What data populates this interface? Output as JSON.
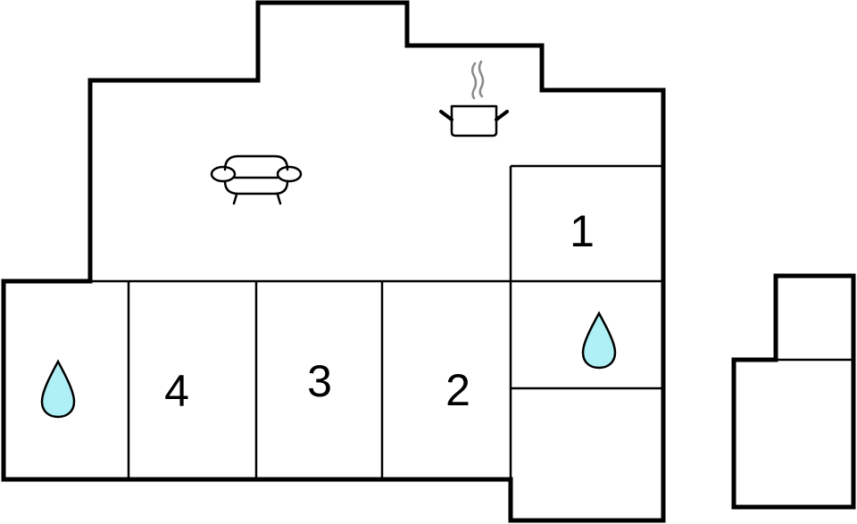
{
  "floorplan": {
    "type": "floor plan",
    "colors": {
      "wall": "#000000",
      "background": "#ffffff",
      "water_drop_fill": "#aef0f6",
      "steam": "#8a8a8a"
    },
    "rooms": [
      {
        "id": "living-kitchen",
        "label": "",
        "icons": [
          "sofa-icon",
          "cooking-pot-icon"
        ]
      },
      {
        "id": "bedroom-1",
        "label": "1",
        "icons": []
      },
      {
        "id": "bathroom-right",
        "label": "",
        "icons": [
          "water-drop-icon"
        ]
      },
      {
        "id": "hall",
        "label": "",
        "icons": []
      },
      {
        "id": "bedroom-2",
        "label": "2",
        "icons": []
      },
      {
        "id": "bedroom-3",
        "label": "3",
        "icons": []
      },
      {
        "id": "bedroom-4",
        "label": "4",
        "icons": []
      },
      {
        "id": "bathroom-left",
        "label": "",
        "icons": [
          "water-drop-icon"
        ]
      },
      {
        "id": "annex-upper",
        "label": "",
        "icons": []
      },
      {
        "id": "annex-lower",
        "label": "",
        "icons": []
      }
    ],
    "labels": {
      "room1": "1",
      "room2": "2",
      "room3": "3",
      "room4": "4"
    }
  }
}
